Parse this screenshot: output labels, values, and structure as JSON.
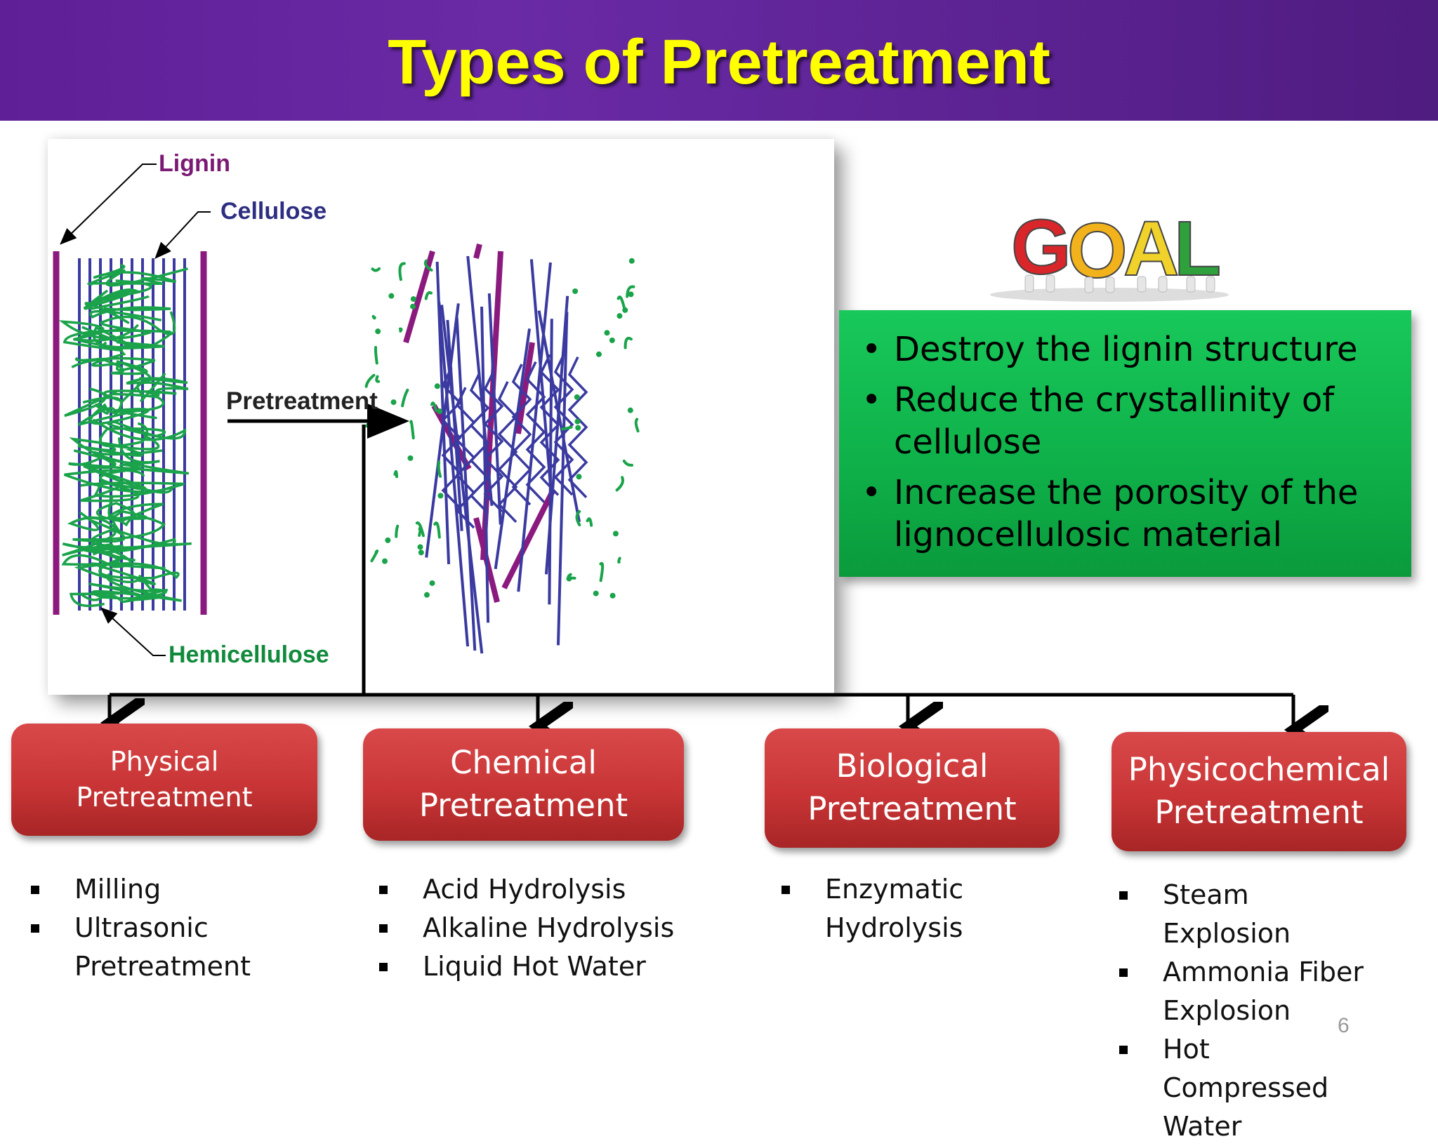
{
  "slide": {
    "title": "Types of Pretreatment",
    "page_number": "6"
  },
  "figure": {
    "label_lignin": "Lignin",
    "label_cellulose": "Cellulose",
    "label_hemicellulose": "Hemicellulose",
    "label_pretreatment": "Pretreatment",
    "colors": {
      "lignin": "#8b1a7e",
      "cellulose": "#3a3aa0",
      "hemicellulose": "#1aa34a"
    }
  },
  "goal": {
    "logo_text": "GOAL",
    "bullets": [
      "Destroy the lignin structure",
      "Reduce the crystallinity of cellulose",
      "Increase the porosity of the lignocellulosic material"
    ],
    "box_color": "#12b24a"
  },
  "categories": [
    {
      "label": "Physical Pretreatment",
      "items": [
        "Milling",
        "Ultrasonic Pretreatment"
      ]
    },
    {
      "label": "Chemical Pretreatment",
      "items": [
        "Acid Hydrolysis",
        "Alkaline Hydrolysis",
        "Liquid Hot Water"
      ]
    },
    {
      "label": "Biological Pretreatment",
      "items": [
        "Enzymatic Hydrolysis"
      ]
    },
    {
      "label": "Physicochemical Pretreatment",
      "items": [
        "Steam Explosion",
        "Ammonia Fiber Explosion",
        "Hot Compressed Water"
      ]
    }
  ],
  "colors": {
    "header": "#5f1f96",
    "title": "#ffff00",
    "category_box": "#c93536"
  }
}
